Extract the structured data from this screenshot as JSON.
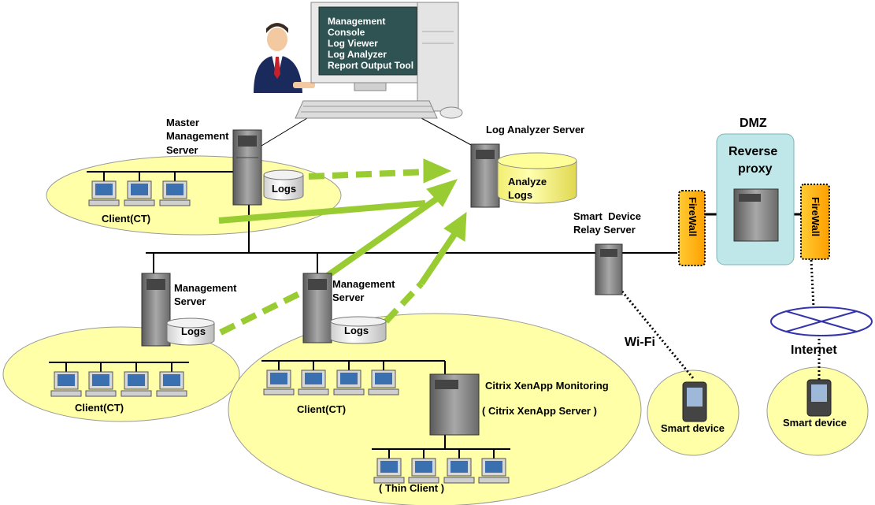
{
  "monitor": {
    "lines": [
      "Management",
      "Console",
      "Log Viewer",
      "Log Analyzer",
      "Report Output Tool"
    ]
  },
  "labels": {
    "master_server": [
      "Master",
      "Management",
      "Server"
    ],
    "log_analyzer_server": "Log Analyzer Server",
    "analyze_logs": [
      "Analyze",
      "Logs"
    ],
    "logs": "Logs",
    "client": "Client(CT)",
    "management_server": [
      "Management",
      "Server"
    ],
    "relay_server": [
      "Smart  Device",
      "Relay Server"
    ],
    "dmz": "DMZ",
    "reverse_proxy": [
      "Reverse",
      "proxy"
    ],
    "firewall": "FireWall",
    "wifi": "Wi-Fi",
    "internet": "Internet",
    "smart_device": "Smart device",
    "citrix_monitoring": "Citrix XenApp Monitoring",
    "citrix_server": "( Citrix XenApp Server )",
    "thin_client": "( Thin Client )"
  },
  "colors": {
    "zone": "#FFFFA8",
    "arrow": "#99CC33",
    "dmz": "#BFE6E8",
    "firewall": "#FFB800",
    "monitor_screen": "#2F5252",
    "server": "#8C8C8C",
    "internet": "#3333AA"
  }
}
